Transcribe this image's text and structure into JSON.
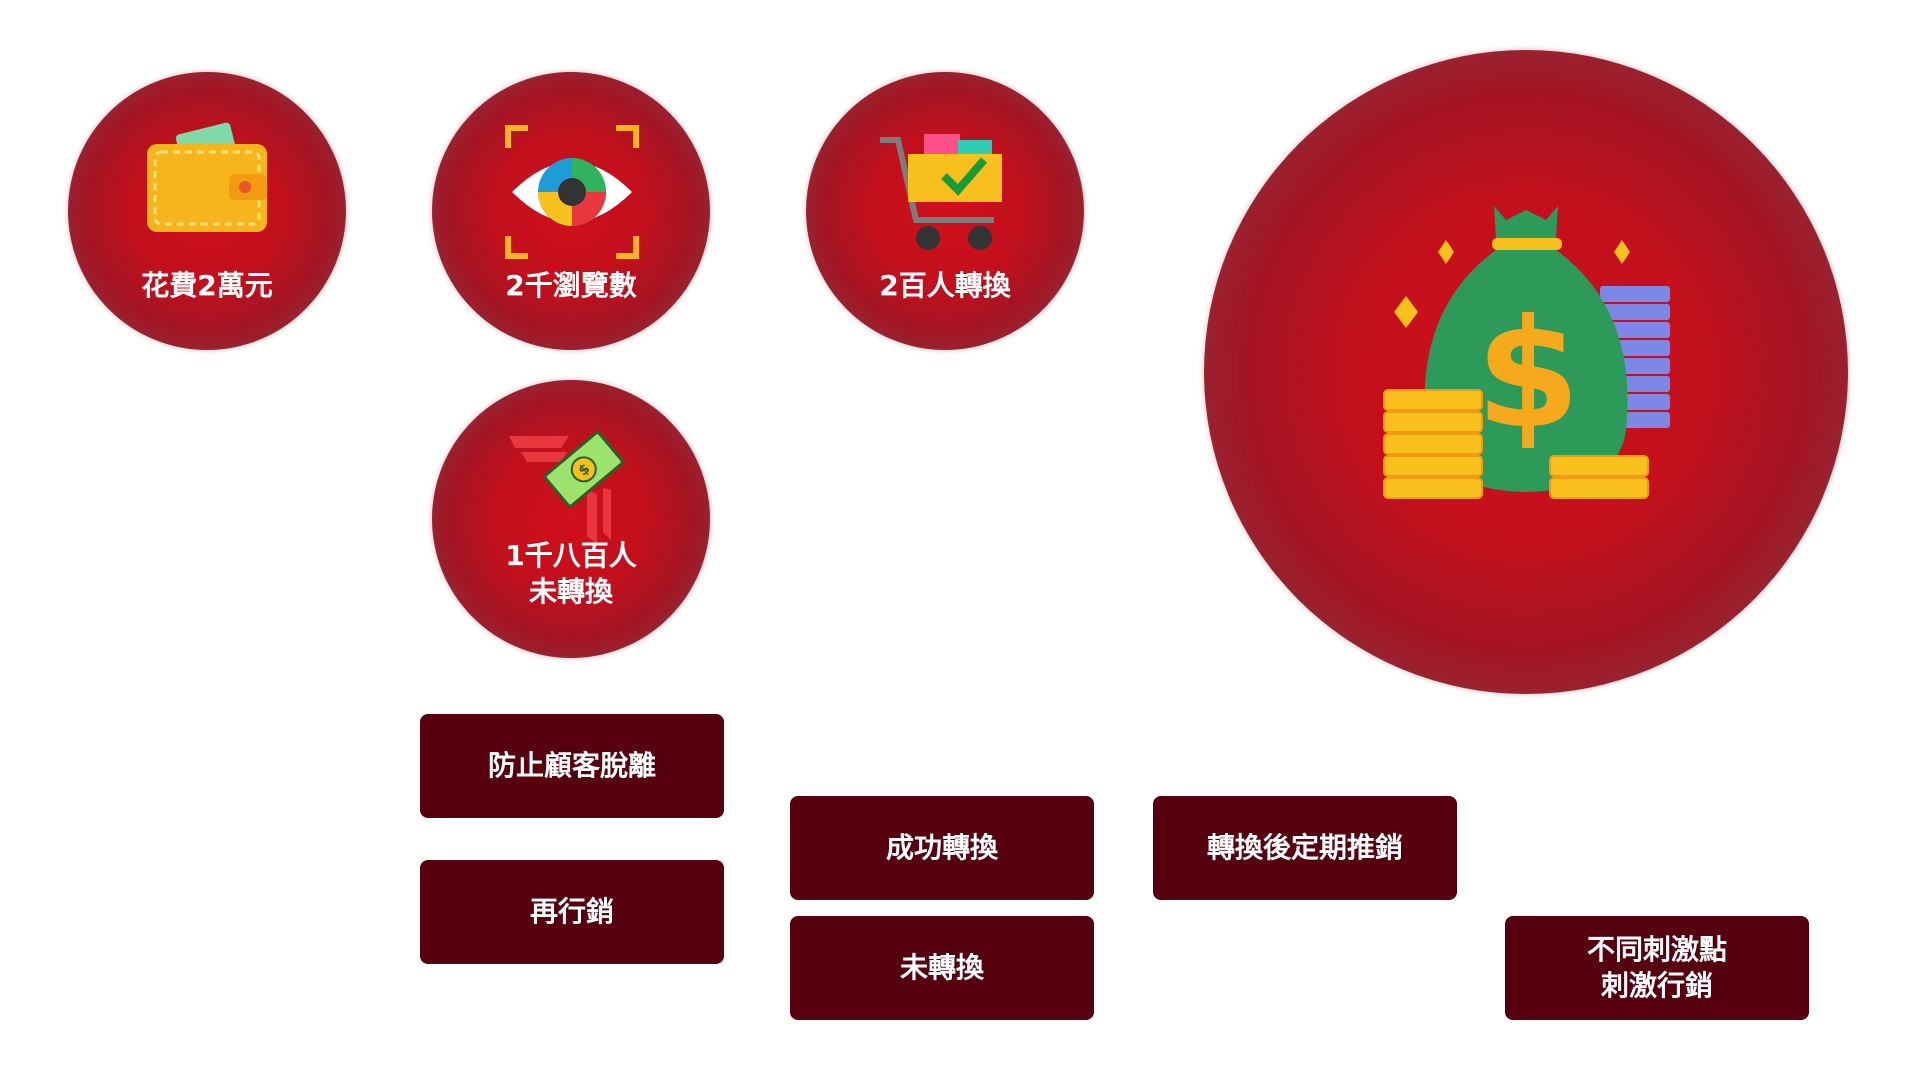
{
  "nodes": {
    "spend": {
      "label": "花費2萬元",
      "icon": "wallet-icon"
    },
    "views": {
      "label": "2千瀏覽數",
      "icon": "eye-icon"
    },
    "converted": {
      "label": "2百人轉換",
      "icon": "shopping-cart-icon"
    },
    "not_converted": {
      "label": "1千八百人\n未轉換",
      "icon": "flying-money-icon"
    },
    "revenue": {
      "label": "",
      "icon": "money-bag-icon"
    }
  },
  "actions": {
    "prevent_churn": "防止顧客脫離",
    "remarketing": "再行銷",
    "success": "成功轉換",
    "not_converted": "未轉換",
    "periodic_promo": "轉換後定期推銷",
    "stimulus_marketing": "不同刺激點\n刺激行銷"
  },
  "colors": {
    "circle_core": "#d0101c",
    "circle_edge": "#9d5a64",
    "box": "#56000f",
    "text": "#ffffff"
  }
}
